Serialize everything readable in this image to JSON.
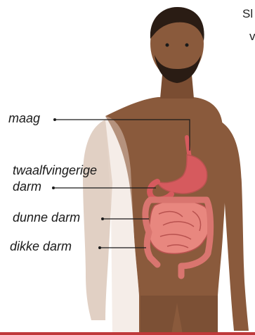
{
  "labels": {
    "maag": "maag",
    "twaalfvingerige": "twaalfvingerige",
    "darm": "darm",
    "dunne_darm": "dunne darm",
    "dikke_darm": "dikke darm"
  },
  "corner_text": {
    "line1": "Sl",
    "line2": "v"
  },
  "colors": {
    "skin": "#8a5a3c",
    "skin_shadow": "#6f452c",
    "hair": "#2a1c14",
    "stomach": "#d65a5e",
    "intestine": "#e8877f",
    "intestine_outline": "#b8524f",
    "accent_bar": "#c0393b"
  }
}
